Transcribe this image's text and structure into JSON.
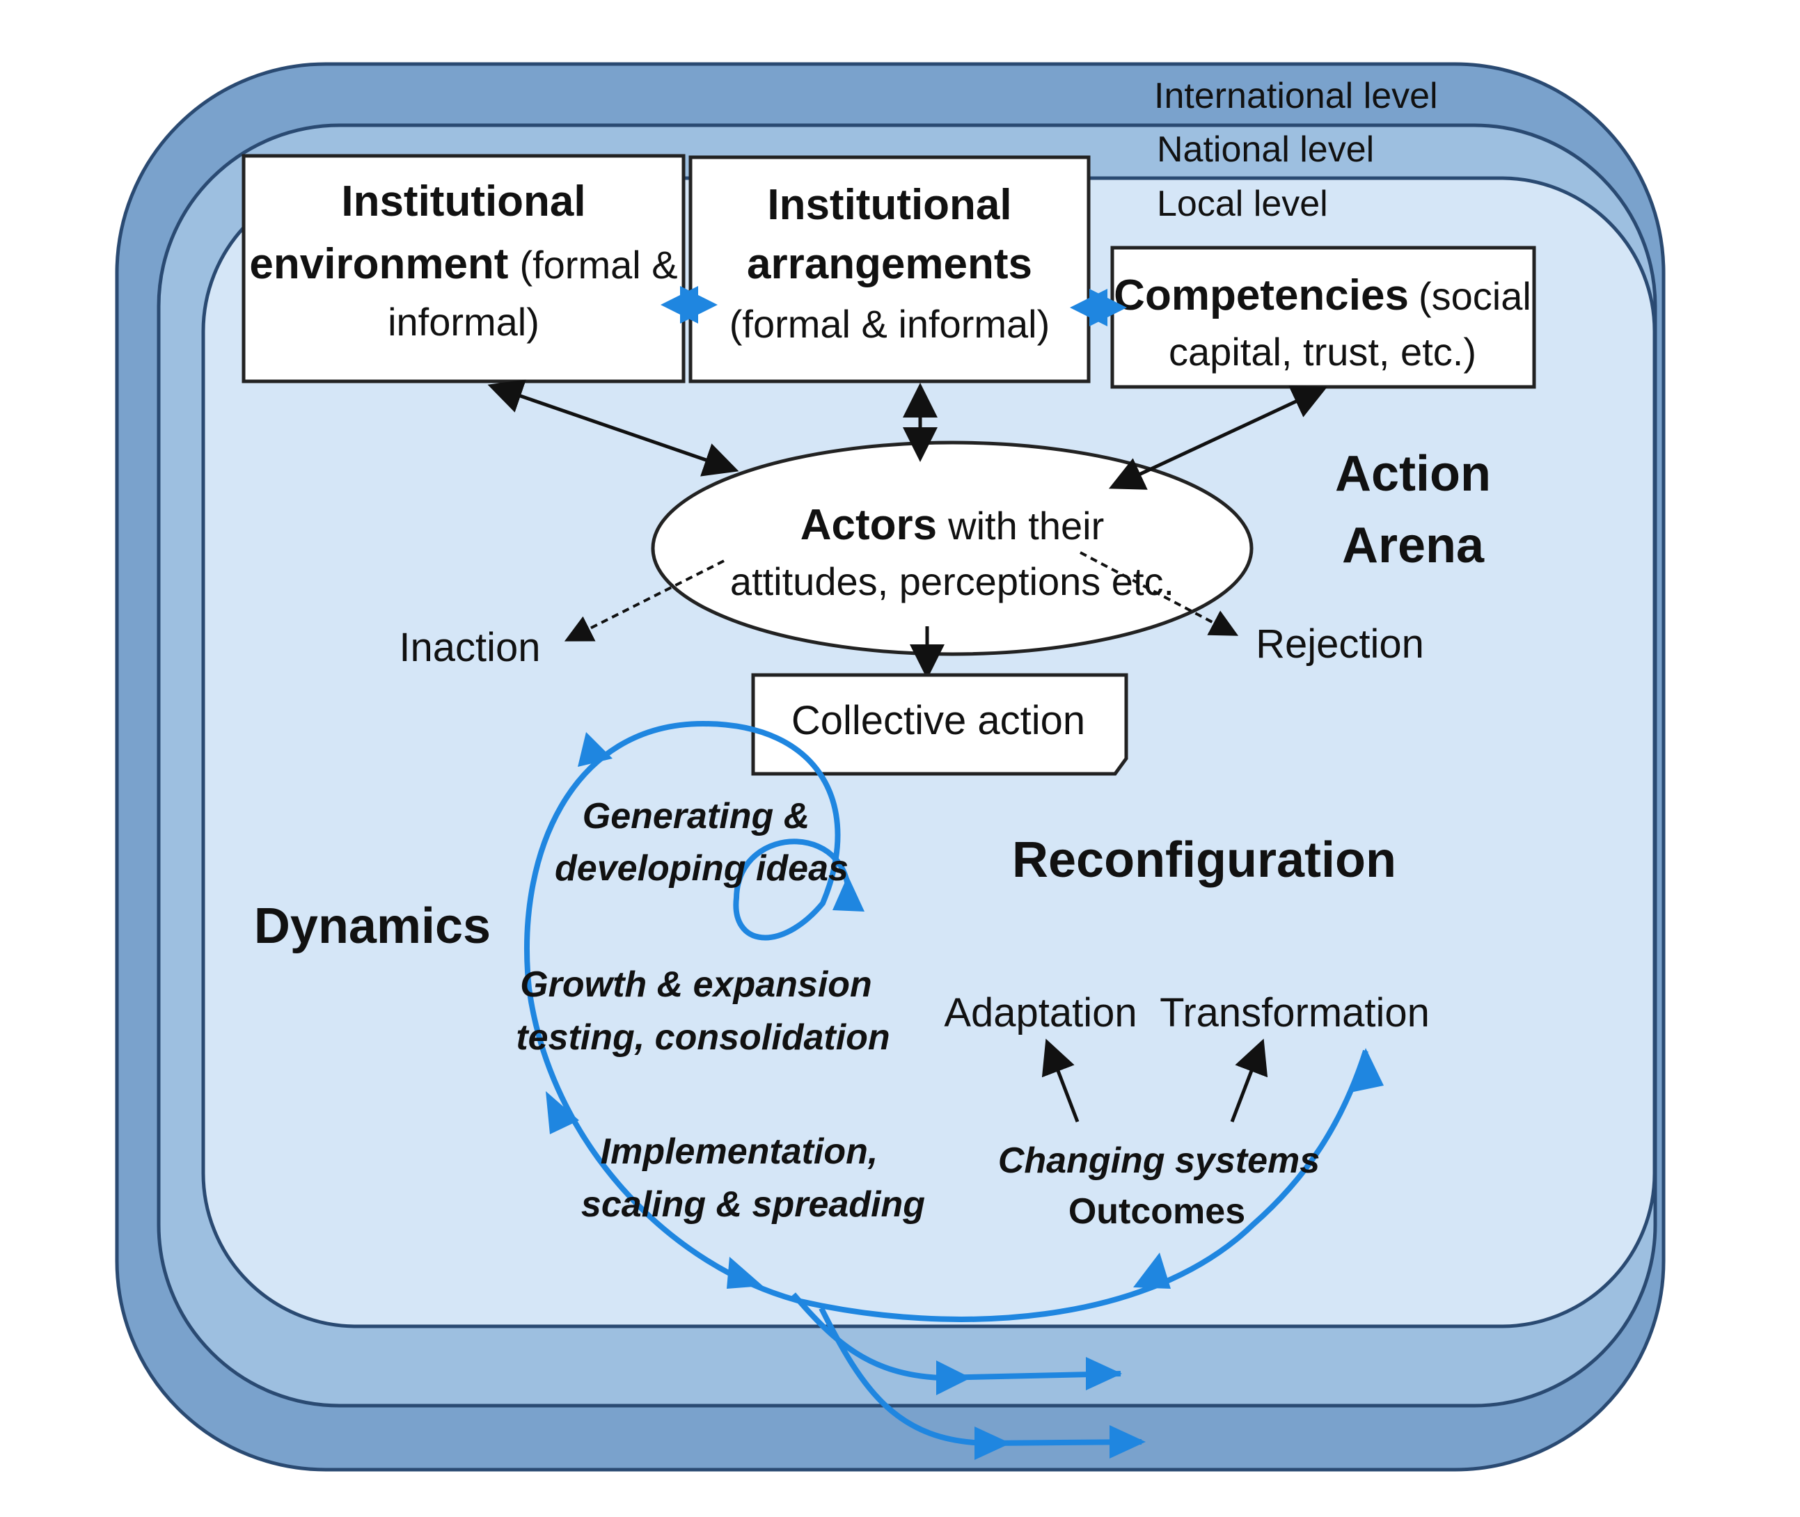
{
  "levels": {
    "international": "International level",
    "national": "National level",
    "local": "Local level"
  },
  "boxes": {
    "inst_env": {
      "title1": "Institutional",
      "title2": "environment",
      "suffix": "(formal &",
      "line3": "informal)"
    },
    "inst_arr": {
      "title1": "Institutional",
      "title2": "arrangements",
      "line3": "(formal & informal)"
    },
    "competencies": {
      "title": "Competencies",
      "suffix": "(social",
      "line2": "capital, trust, etc.)"
    }
  },
  "action_arena": {
    "line1": "Action",
    "line2": "Arena"
  },
  "actors": {
    "bold": "Actors",
    "rest": "with their",
    "line2": "attitudes, perceptions etc."
  },
  "outcomes_of_actors": {
    "inaction": "Inaction",
    "rejection": "Rejection",
    "collective_action": "Collective action"
  },
  "dynamics": {
    "title": "Dynamics",
    "stage1": [
      "Generating &",
      "developing ideas"
    ],
    "stage2": [
      "Growth & expansion",
      "testing, consolidation"
    ],
    "stage3": [
      "Implementation,",
      "scaling & spreading"
    ]
  },
  "reconfiguration": {
    "title": "Reconfiguration",
    "adaptation": "Adaptation",
    "transformation": "Transformation",
    "changing": [
      "Changing systems",
      "Outcomes"
    ]
  },
  "colors": {
    "outer_level": "#7aa2cc",
    "middle_level": "#9dbfe0",
    "inner_level": "#d5e6f7",
    "level_border": "#2a4a72",
    "flow_blue": "#1f86e0",
    "arrow_black": "#111111"
  }
}
